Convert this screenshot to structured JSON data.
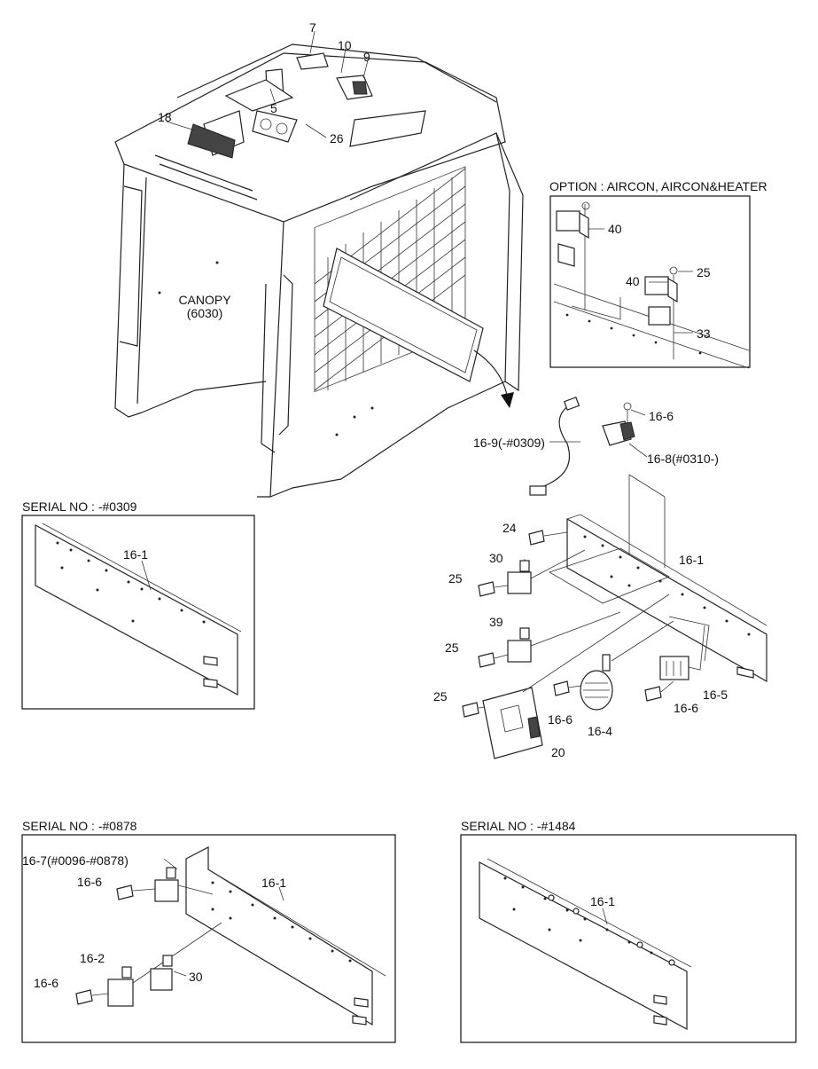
{
  "diagram": {
    "canopy": {
      "name": "CANOPY",
      "code": "(6030)"
    },
    "option_box": {
      "title": "OPTION : AIRCON, AIRCON&HEATER"
    },
    "panels": {
      "p0309": {
        "title": "SERIAL NO : -#0309"
      },
      "p0878": {
        "title": "SERIAL NO : -#0878"
      },
      "p1484": {
        "title": "SERIAL NO : -#1484"
      }
    },
    "callouts": {
      "c7": "7",
      "c10": "10",
      "c9": "9",
      "c5": "5",
      "c18": "18",
      "c26": "26",
      "c40a": "40",
      "c40b": "40",
      "c25opt": "25",
      "c33": "33",
      "c16_6a": "16-6",
      "c16_9": "16-9(-#0309)",
      "c16_8": "16-8(#0310-)",
      "c24": "24",
      "c30": "30",
      "c25a": "25",
      "c16_1main": "16-1",
      "c39": "39",
      "c25b": "25",
      "c25c": "25",
      "c16_6b": "16-6",
      "c16_4": "16-4",
      "c16_6c": "16-6",
      "c16_5": "16-5",
      "c20": "20",
      "c16_1p0309": "16-1",
      "c16_7": "16-7(#0096-#0878)",
      "c16_6d": "16-6",
      "c16_1p0878": "16-1",
      "c16_2": "16-2",
      "c16_6e": "16-6",
      "c30b": "30",
      "c16_1p1484": "16-1"
    }
  }
}
